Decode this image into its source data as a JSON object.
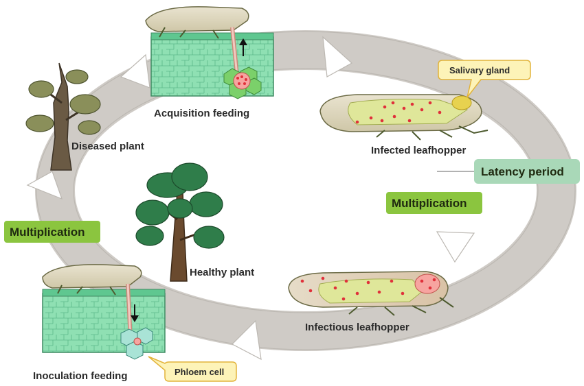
{
  "stages": {
    "acquisition": "Acquisition feeding",
    "infected": "Infected leafhopper",
    "infectious": "Infectious leafhopper",
    "inoculation": "Inoculation feeding",
    "diseased_plant": "Diseased plant",
    "healthy_plant": "Healthy plant"
  },
  "tags": {
    "latency": "Latency period",
    "multiplication_right": "Multiplication",
    "multiplication_left": "Multiplication"
  },
  "callouts": {
    "salivary_gland": "Salivary gland",
    "phloem_cell": "Phloem cell"
  },
  "colors": {
    "cycle_arrow": "#cfcbc6",
    "green_tag": "#8bc53f",
    "latency_tag": "#a9d8b8",
    "callout_fill": "#fdf3b8",
    "callout_stroke": "#e2b33a",
    "tissue": "#8fe0b3",
    "pathogen_dots": "#e0303a"
  }
}
